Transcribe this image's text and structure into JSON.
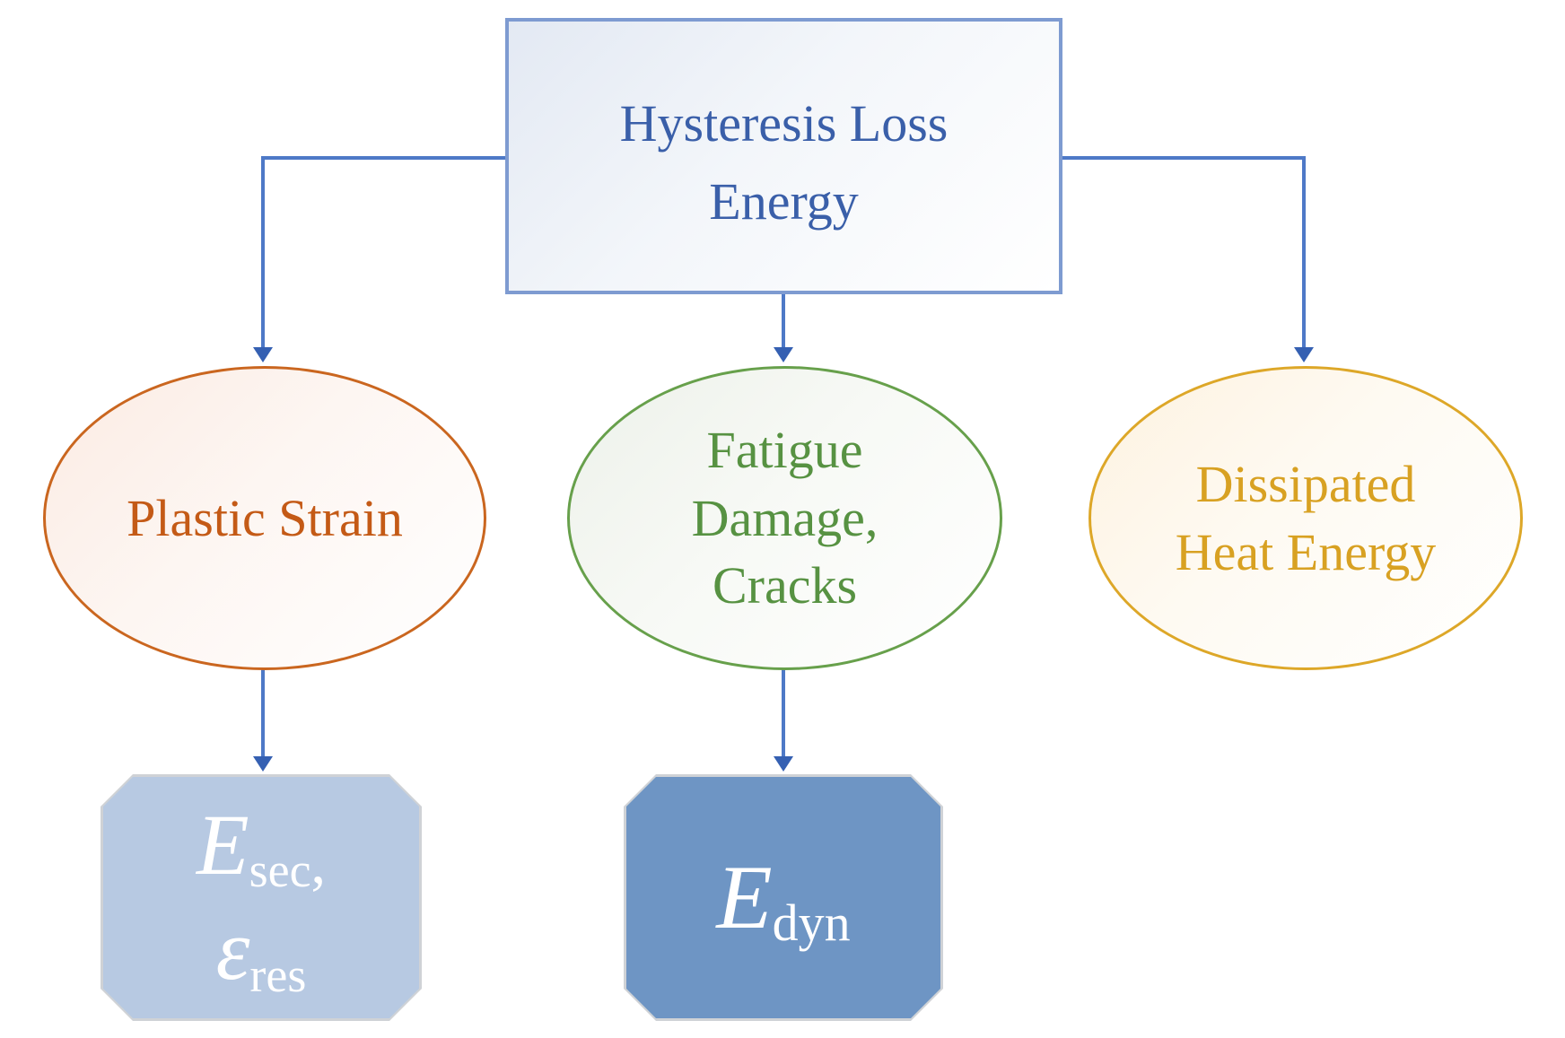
{
  "title": "Hysteresis loss energy flow diagram",
  "colors": {
    "connector_line": "#4e79c7",
    "arrowhead": "#3560b2",
    "root_border": "#7e9bd1",
    "root_text": "#3a5fa9",
    "plastic_accent": "#c45a16",
    "fatigue_accent": "#579242",
    "heat_accent": "#d8a122",
    "esec_box_fill": "#b7c9e2",
    "edyn_box_fill": "#6e95c4",
    "formula_text": "#ffffff"
  },
  "nodes": {
    "root": {
      "lines": [
        "Hysteresis Loss",
        "Energy"
      ]
    },
    "plastic_strain": {
      "lines": [
        "Plastic Strain"
      ]
    },
    "fatigue_damage": {
      "lines": [
        "Fatigue",
        "Damage,",
        "Cracks"
      ]
    },
    "dissipated_heat": {
      "lines": [
        "Dissipated",
        "Heat Energy"
      ]
    },
    "esec_eres": {
      "line1": {
        "base": "E",
        "sub": "sec",
        "tail": ","
      },
      "line2": {
        "base": "ε",
        "sub": "res",
        "tail": ""
      }
    },
    "edyn": {
      "line1": {
        "base": "E",
        "sub": "dyn",
        "tail": ""
      }
    }
  },
  "edges": [
    {
      "from": "root",
      "to": "plastic_strain"
    },
    {
      "from": "root",
      "to": "fatigue_damage"
    },
    {
      "from": "root",
      "to": "dissipated_heat"
    },
    {
      "from": "plastic_strain",
      "to": "esec_eres"
    },
    {
      "from": "fatigue_damage",
      "to": "edyn"
    }
  ]
}
